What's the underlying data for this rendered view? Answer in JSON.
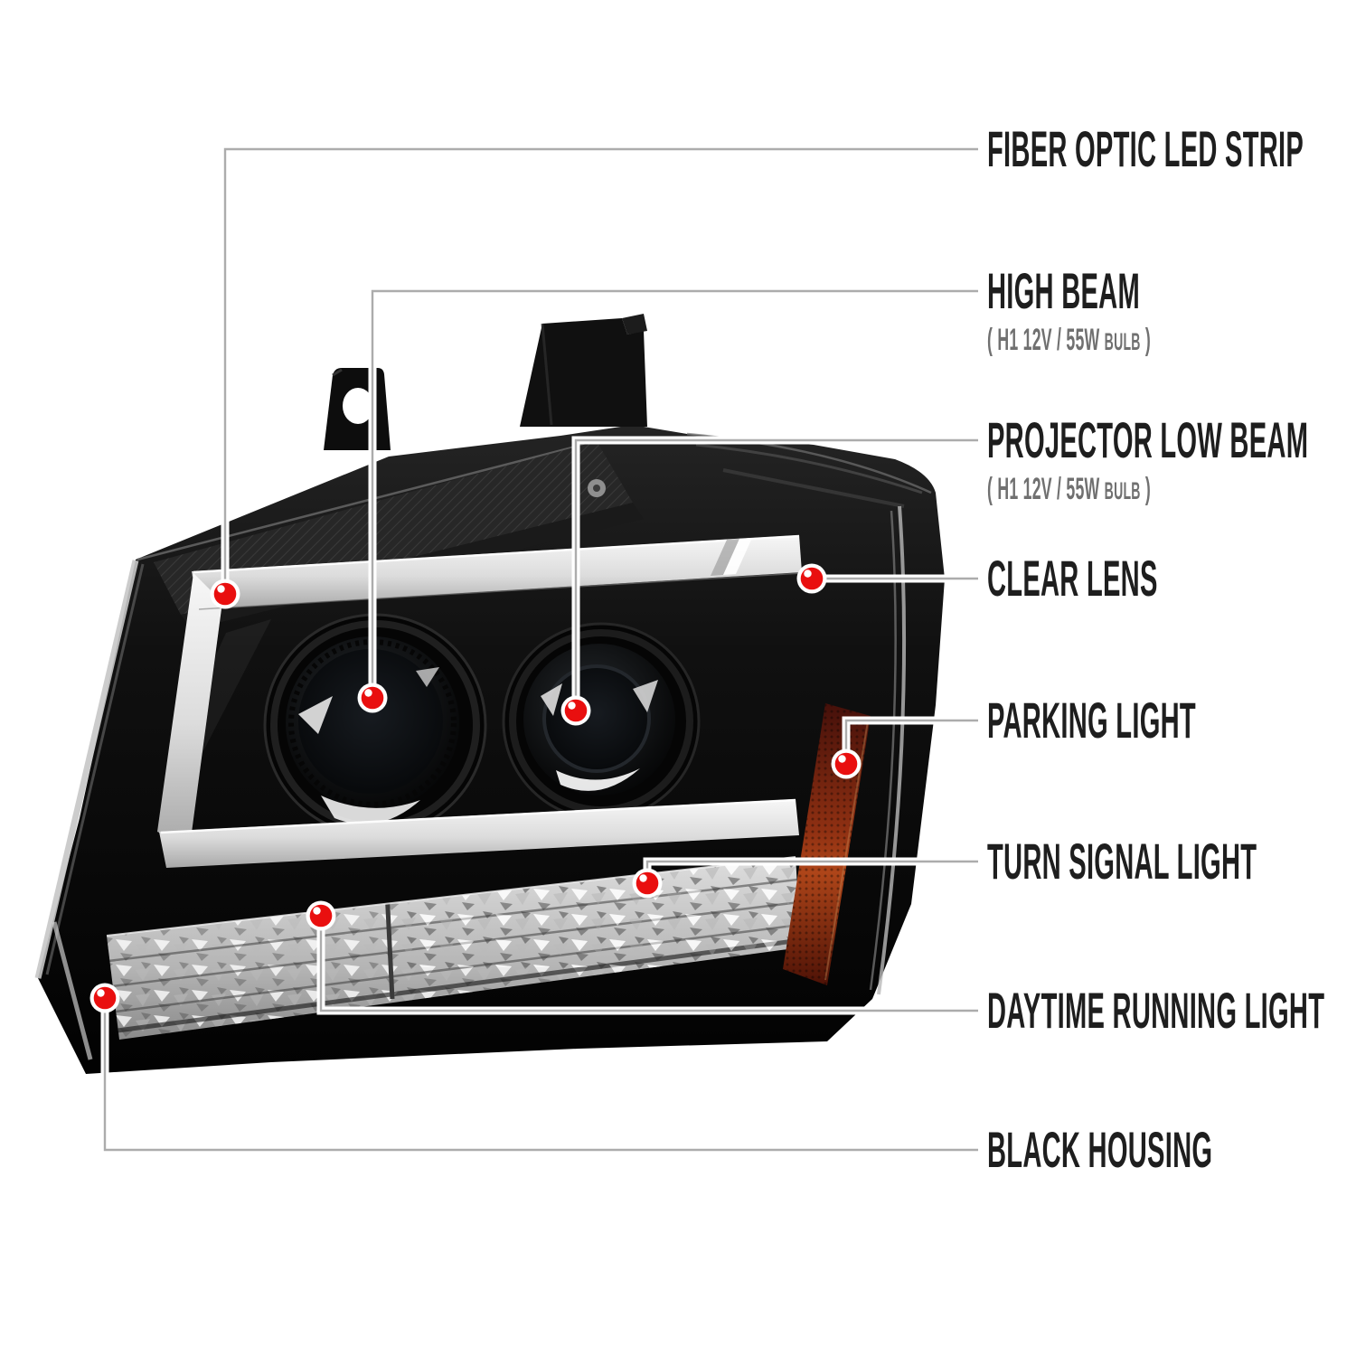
{
  "diagram": {
    "subject": "projector-headlight-feature-diagram",
    "background": "#ffffff"
  },
  "colors": {
    "label_text": "#1e1e1e",
    "subtitle_text": "#707070",
    "callout_line": "#acacac",
    "callout_line_casing": "#ffffff",
    "callout_dot_red": "#e90f0f",
    "callout_dot_ring": "#ffffff",
    "housing_black": "#0a0a0a",
    "led_bar_silver": "#e9e9e9",
    "amber_reflector": "#9a3414",
    "lens_band_gray": "#c9c9c9"
  },
  "callouts": [
    {
      "label": "FIBER OPTIC LED STRIP"
    },
    {
      "label": "HIGH BEAM",
      "sub_pre": "( H1 12V / 55W",
      "sub_bulb": "BULB",
      "sub_post": ")"
    },
    {
      "label": "PROJECTOR LOW BEAM",
      "sub_pre": "( H1 12V / 55W",
      "sub_bulb": "BULB",
      "sub_post": ")"
    },
    {
      "label": "CLEAR LENS"
    },
    {
      "label": "PARKING LIGHT"
    },
    {
      "label": "TURN SIGNAL LIGHT"
    },
    {
      "label": "DAYTIME RUNNING LIGHT"
    },
    {
      "label": "BLACK HOUSING"
    }
  ]
}
